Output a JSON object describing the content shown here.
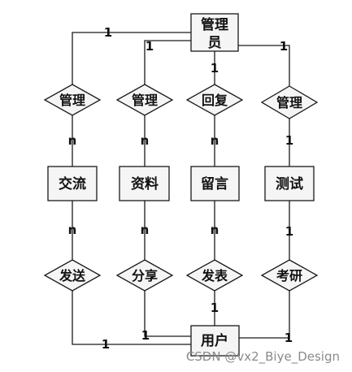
{
  "diagram": {
    "entities": {
      "admin": [
        "管理",
        "员"
      ],
      "exchange": "交流",
      "material": "资料",
      "message": "留言",
      "test": "测试",
      "user": "用户"
    },
    "relations": {
      "admin_exchange": "管理",
      "admin_material": "管理",
      "admin_reply": "回复",
      "admin_test": "管理",
      "user_exchange": "发送",
      "user_material": "分享",
      "user_message": "发表",
      "user_test": "考研"
    },
    "cardinalities": {
      "admin_exchange_one": "1",
      "admin_material_one": "1",
      "admin_reply_one": "1",
      "admin_test_one": "1",
      "exchange_top_n": "n",
      "material_top_n": "n",
      "message_top_n": "n",
      "test_top_one": "1",
      "exchange_bottom_n": "n",
      "material_bottom_n": "n",
      "message_bottom_n": "n",
      "test_bottom_one": "1",
      "user_exchange_one": "1",
      "user_material_one": "1",
      "user_message_one": "1",
      "user_test_one": "1"
    }
  },
  "watermark": "CSDN @vx2_Biye_Design"
}
